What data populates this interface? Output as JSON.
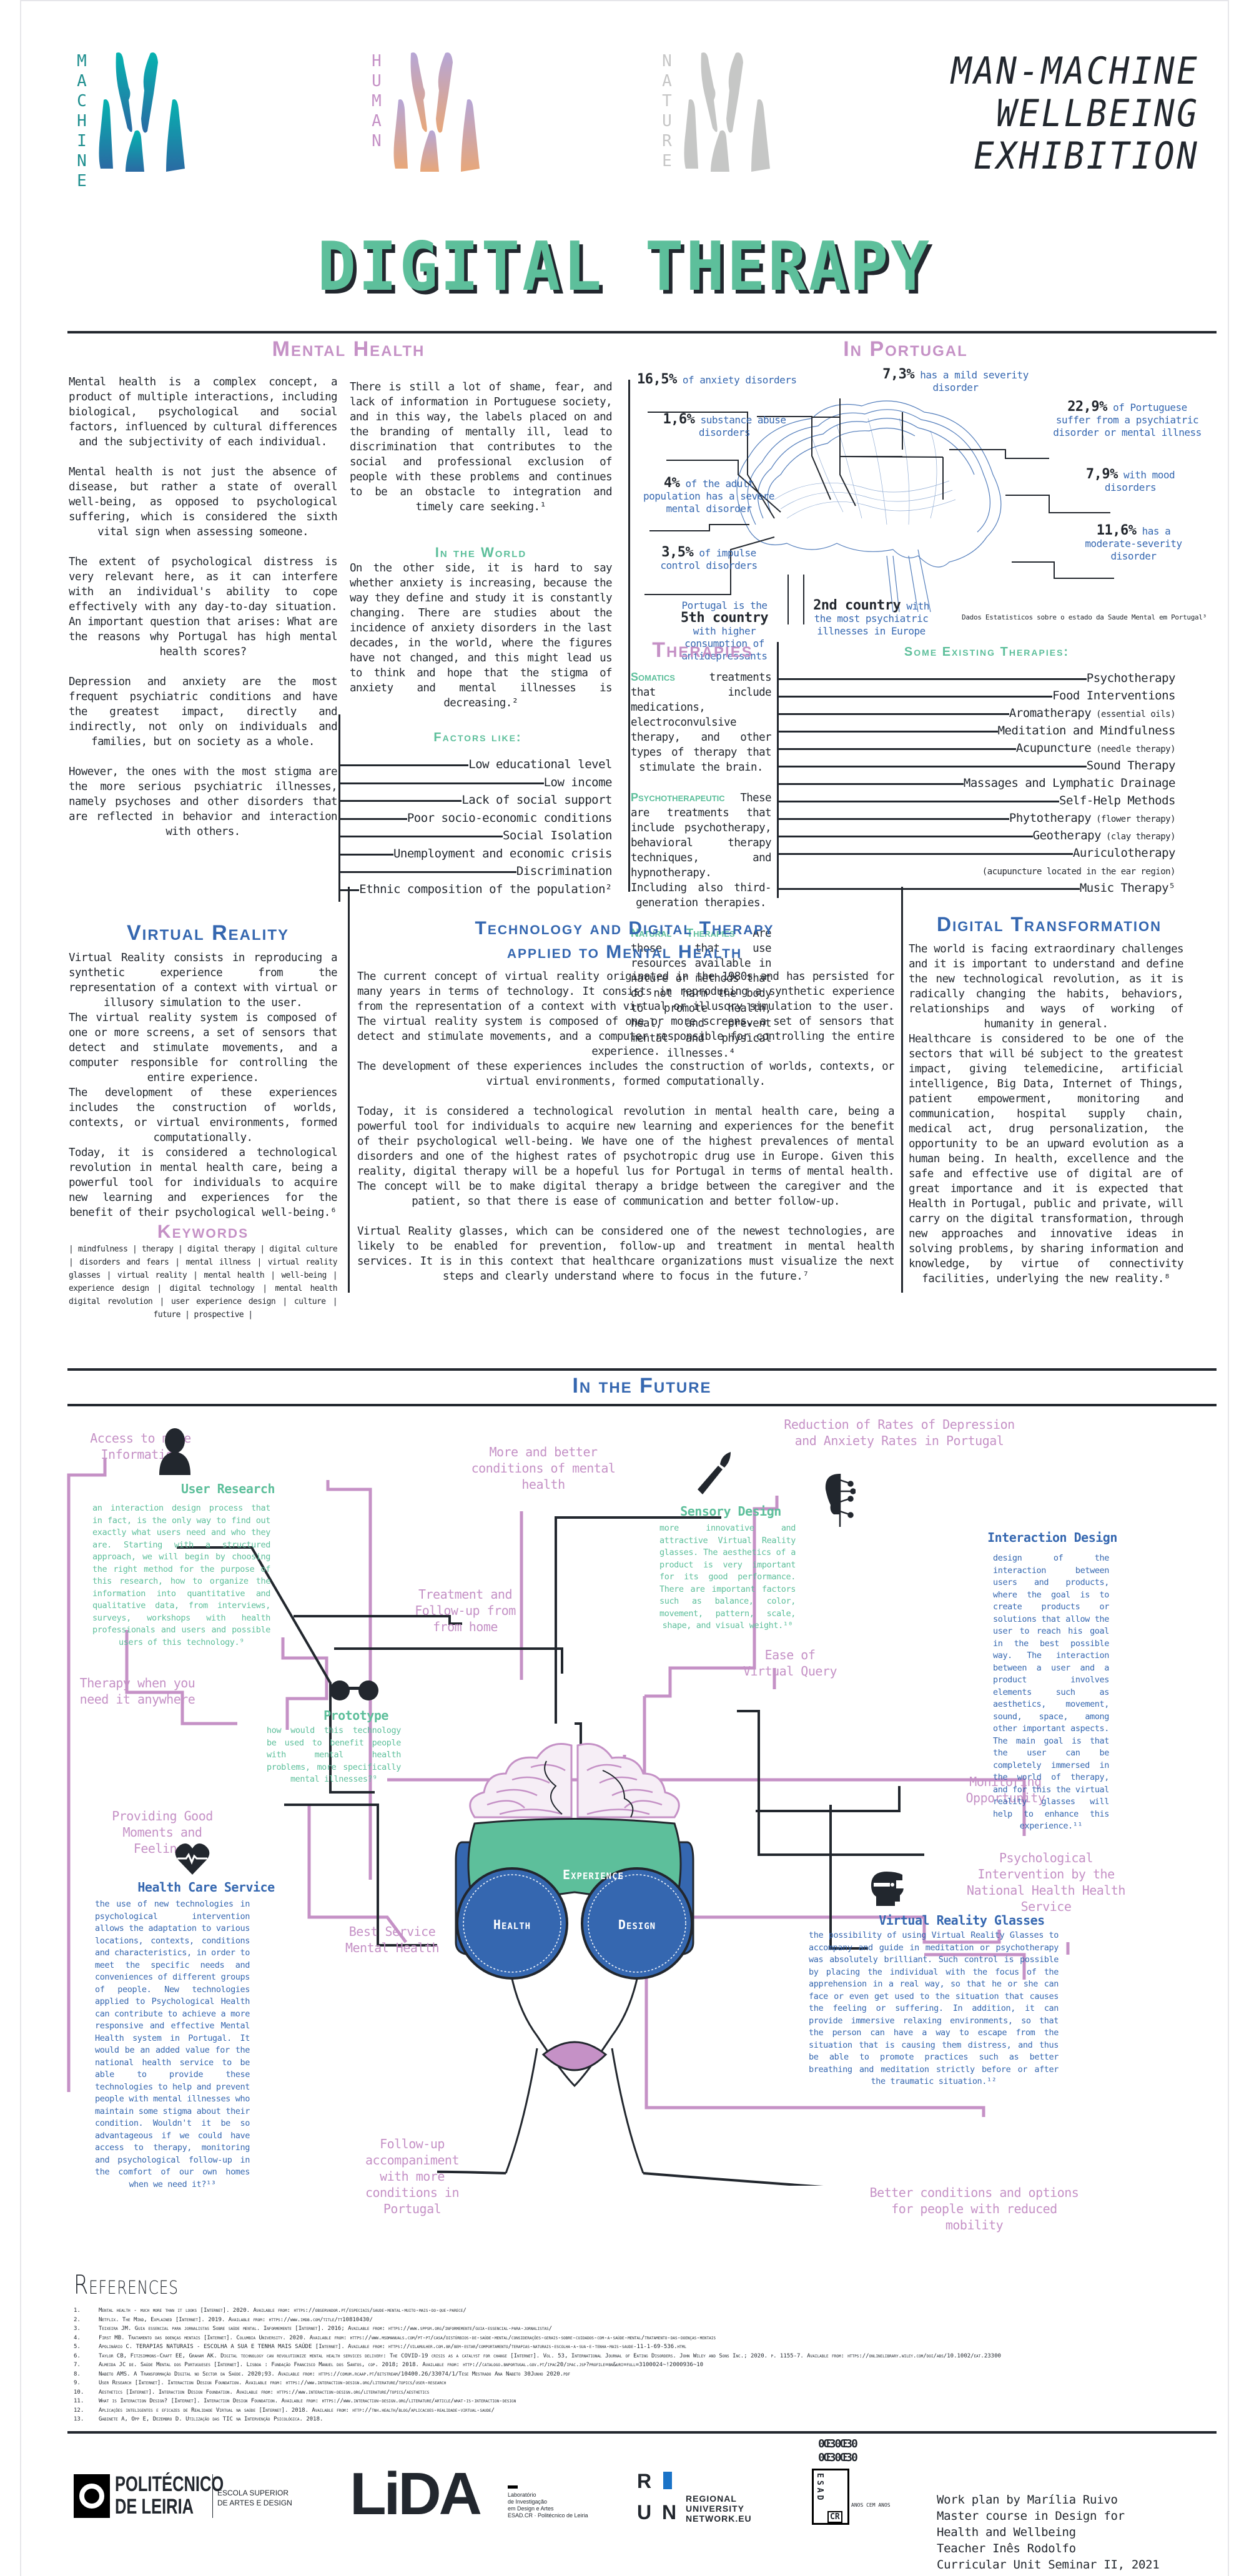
{
  "header": {
    "logos": [
      {
        "label": "MACHINE",
        "color": "#1f8f8f",
        "gradient": [
          "#06b3b0",
          "#2a6aa3"
        ]
      },
      {
        "label": "HUMAN",
        "color": "#c591c6",
        "gradient": [
          "#b6a6d6",
          "#e8a779"
        ]
      },
      {
        "label": "NATURE",
        "color": "#c6c6c6",
        "gradient": [
          "#c6c7c6",
          "#c6c7c6"
        ]
      }
    ],
    "exhibition_lines": [
      "MAN-MACHINE",
      "WELLBEING",
      "EXHIBITION"
    ],
    "title": "DIGITAL THERAPY"
  },
  "colors": {
    "purple": "#c591c6",
    "green": "#5dbf9b",
    "blue": "#3567b0",
    "dark": "#22272e"
  },
  "mental_health": {
    "title": "Mental Health",
    "col1": [
      "Mental health is a complex concept, a product of multiple interactions, including biological, psychological and social factors, influenced by cultural differences and the subjectivity of each individual.",
      "Mental health is not just the absence of disease, but rather a state of overall well-being, as opposed to psychological suffering, which is considered the sixth vital sign when assessing someone.",
      "The extent of psychological distress is very relevant here, as it can interfere with an individual's ability to cope effectively with any day-to-day situation. An important question that arises: What are the reasons why Portugal has high mental health scores?",
      "Depression and anxiety are the most frequent psychiatric conditions and have the greatest impact, directly and indirectly, not only on individuals and families, but on society as a whole.",
      "However, the ones with the most stigma are the more serious psychiatric illnesses, namely psychoses and other disorders that are reflected in behavior and interaction with others."
    ],
    "col2": "There is still a lot of shame, fear, and lack of information in Portuguese society, and in this way, the labels placed on and the branding of mentally ill, lead to discrimination that contributes to the social and professional exclusion of people with these problems and continues to be an obstacle to integration and timely care seeking.¹",
    "in_world_title": "In the World",
    "in_world_text": "On the other side, it is hard to say whether anxiety is increasing, because the way they define and study it is constantly changing. There are studies about the incidence of anxiety disorders in the last decades, in the world, where the figures have not changed, and this might lead us to think and hope that the stigma of anxiety and mental illnesses is decreasing.²",
    "factors_title": "Factors like:",
    "factors": [
      "Low educational level",
      "Low income",
      "Lack of social support",
      "Poor socio-economic conditions",
      "Social Isolation",
      "Unemployment and economic crisis",
      "Discrimination",
      "Ethnic composition of the population²"
    ]
  },
  "in_portugal": {
    "title": "In Portugal",
    "stats": [
      {
        "value": "16,5%",
        "text": "of anxiety disorders"
      },
      {
        "value": "7,3%",
        "text": "has a mild severity disorder"
      },
      {
        "value": "1,6%",
        "text": "substance abuse disorders"
      },
      {
        "value": "22,9%",
        "text": "of Portuguese suffer from a psychiatric disorder or mental illness"
      },
      {
        "value": "4%",
        "text": "of the adult population has a severe mental disorder"
      },
      {
        "value": "7,9%",
        "text": "with mood disorders"
      },
      {
        "value": "3,5%",
        "text": "of impulse control disorders"
      },
      {
        "value": "11,6%",
        "text": "has a moderate-severity disorder"
      },
      {
        "prefix": "Portugal is the",
        "value": "5th country",
        "text": "with higher consumption of antidepressants"
      },
      {
        "value": "2nd country",
        "text": "with the most psychiatric illnesses in Europe"
      }
    ],
    "source": "Dados Estatisticos sobre o estado da Saude Mental em Portugal³"
  },
  "therapies": {
    "title": "Therapies",
    "items": [
      {
        "label": "Somatics",
        "text": "treatments that include medications, electroconvulsive therapy, and other types of therapy that stimulate the brain."
      },
      {
        "label": "Psychotherapeutic",
        "text": "These are treatments that include psychotherapy, behavioral therapy techniques, and hypnotherapy. Including also third-generation therapies."
      },
      {
        "label": "Natural Therapies",
        "text": "Are those that use resources available in nature or methods that do not harm the body to promote health, heal, and prevent mental and physical illnesses.⁴"
      }
    ],
    "existing_title": "Some Existing Therapies:",
    "existing": [
      {
        "name": "Psychotherapy",
        "note": ""
      },
      {
        "name": "Food Interventions",
        "note": ""
      },
      {
        "name": "Aromatherapy",
        "note": "(essential oils)"
      },
      {
        "name": "Meditation and Mindfulness",
        "note": ""
      },
      {
        "name": "Acupuncture",
        "note": "(needle therapy)"
      },
      {
        "name": "Sound Therapy",
        "note": ""
      },
      {
        "name": "Massages and Lymphatic Drainage",
        "note": ""
      },
      {
        "name": "Self-Help Methods",
        "note": ""
      },
      {
        "name": "Phytotherapy",
        "note": "(flower therapy)"
      },
      {
        "name": "Geotherapy",
        "note": "(clay therapy)"
      },
      {
        "name": "Auriculotherapy",
        "note": ""
      },
      {
        "name": "",
        "note": "(acupuncture located in the ear region)"
      },
      {
        "name": "Music Therapy⁵",
        "note": ""
      }
    ]
  },
  "virtual_reality": {
    "title": "Virtual Reality",
    "paragraphs": [
      "Virtual Reality consists in reproducing a synthetic experience from the representation of a context with virtual or illusory simulation to the user.",
      "The virtual reality system is composed of one or more screens, a set of sensors that detect and stimulate movements, and a computer responsible for controlling the entire experience.",
      "The development of these experiences includes the construction of worlds, contexts, or virtual environments, formed computationally.",
      "Today, it is considered a technological revolution in mental health care, being a powerful tool for individuals to acquire new learning and experiences for the benefit of their psychological well-being.⁶"
    ],
    "keywords_title": "Keywords",
    "keywords": "| mindfulness | therapy | digital therapy | digital culture | disorders and fears | mental illness | virtual reality glasses | virtual reality | mental health | well-being | experience design | digital technology | mental health digital revolution | user experience design | culture | future | prospective |"
  },
  "technology": {
    "title_line1": "Technology and Digital Therapy",
    "title_line2": "applied to Mental Health",
    "paragraphs": [
      "The current concept of virtual reality originated in the 1980s and has persisted for many years in terms of technology. It consists in reproducing a synthetic experience from the representation of a context with virtual or illusory simulation to the user. The virtual reality system is composed of one or more screens, a set of sensors that detect and stimulate movements, and a computer responsible for controlling the entire experience.",
      "The development of these experiences includes the construction of worlds, contexts, or virtual environments, formed computationally.",
      "Today, it is considered a technological revolution in mental health care, being a powerful tool for individuals to acquire new learning and experiences for the benefit of their psychological well-being. We have one of the highest prevalences of mental disorders and one of the highest rates of psychotropic drug use in Europe. Given this reality, digital therapy will be a hopeful lus for Portugal in terms of mental health. The concept will be to make digital therapy a bridge between the caregiver and the patient, so that there is ease of communication and better follow-up.",
      "Virtual Reality glasses, which can be considered one of the newest technologies, are likely to be enabled for prevention, follow-up and treatment in mental health services. It is in this context that healthcare organizations must visualize the next steps and clearly understand where to focus in the future.⁷"
    ]
  },
  "digital_transformation": {
    "title": "Digital Transformation",
    "paragraphs": [
      "The world is facing extraordinary challenges and it is important to understand and define the new technological revolution, as it is radically changing the habits, behaviors, relationships and ways of working of humanity in general.",
      "Healthcare is considered to be one of the sectors that will bé subject to the greatest impact, giving telemedicine, artificial intelligence, Big Data, Internet of Things, patient empowerment, monitoring and communication, hospital supply chain, medical act, drug personalization, the opportunity to be an upward evolution as a human being. In health, excellence and the safe and effective use of digital are of great importance and it is expected that Health in Portugal, public and private, will carry on the digital transformation, through new approaches and innovative ideas in solving problems, by sharing information and knowledge, by virtue of connectivity facilities, underlying the new reality.⁸"
    ]
  },
  "future": {
    "title": "In the Future",
    "outcomes": [
      "Access to more Information",
      "More and better conditions of mental health",
      "Reduction of Rates of Depression and Anxiety Rates in Portugal",
      "Treatment and Follow-up from from home",
      "Therapy when you need it anywhere",
      "Ease of Virtual Query",
      "Providing Good Moments and Feelings",
      "Monitoring Opportunity",
      "Psychological Intervention by the National Health Health Service",
      "Best Service Mental Health",
      "Follow-up accompaniment with more conditions in Portugal",
      "Better conditions and options for people with reduced mobility"
    ],
    "nodes": [
      {
        "icon": "user-icon",
        "title": "User Research",
        "text": "an interaction design process that in fact, is the only way to find out exactly what users need and who they are. Starting with a structured approach, we will begin by choosing the right method for the purpose of this research, how to organize the information into quantitative and qualitative data, from interviews, surveys, workshops with health professionals and users and possible users of this technology.⁹"
      },
      {
        "icon": "paintbrush-icon",
        "title": "Sensory Design",
        "text": "more innovative and attractive Virtual Reality glasses. The aesthetics of a product is very important for its good performance. There are important factors such as balance, color, movement, pattern, scale, shape, and visual weight.¹⁰"
      },
      {
        "icon": "ai-head-icon",
        "title": "Interaction Design",
        "text": "design of the interaction between users and products, where the goal is to create products or solutions that allow the user to reach his goal in the best possible way. The interaction between a user and a product involves elements such as aesthetics, movement, sound, space, among other important aspects. The main goal is that the user can be completely immersed in the world of therapy, and for this the virtual reality glasses will help to enhance this experience.¹¹"
      },
      {
        "icon": "glasses-icon",
        "title": "Prototype",
        "text": "how would this technology be used to benefit people with mental health problems, more specifically mental illnesses?⁹"
      },
      {
        "icon": "heartbeat-icon",
        "title": "Health Care Service",
        "text": "the use of new technologies in psychological intervention allows the adaptation to various locations, contexts, conditions and characteristics, in order to meet the specific needs and conveniences of different groups of people. New technologies applied to Psychological Health can contribute to achieve a more responsive and effective Mental Health system in Portugal. It would be an added value for the national health service to be able to provide these technologies to help and prevent people with mental illnesses who maintain some stigma about their condition. Wouldn't it be so advantageous if we could have access to therapy, monitoring and psychological follow-up in the comfort of our own homes when we need it?¹³"
      },
      {
        "icon": "vr-headset-icon",
        "title": "Virtual Reality Glasses",
        "text": "the possibility of using Virtual Reality Glasses to accompany and guide in meditation or psychotherapy was absolutely brilliant. Such control is possible by placing the individual with the focus of the apprehension in a real way, so that he or she can face or even get used to the situation that causes the feeling or suffering. In addition, it can provide immersive relaxing environments, so that the person can have a way to escape from the situation that is causing them distress, and thus be able to promote practices such as better breathing and meditation strictly before or after the traumatic situation.¹²"
      }
    ],
    "headset": {
      "top": "Experience",
      "left": "Health",
      "right": "Design"
    }
  },
  "references": {
    "title": "References",
    "items": [
      "Mental health - much more than it looks [Internet]. 2020. Available from: https://observador.pt/especiais/saude-mental-muito-mais-do-que-parece/",
      "Netflix. The Mind, Explained [Internet]. 2019. Available from: https://www.imdb.com/title/tt10810430/",
      "Teixeira JM. Guia essencial para jornalistas Sobre saúde mental. Informemente [Internet]. 2016; Available from: https://www.sppsm.org/informemente/guia-essencial-para-jornalistas/",
      "First MB. Tratamento das doenças mentais [Internet]. Columbia University. 2020. Available from: https://www.msdmanuals.com/pt-pt/casa/distúrbios-de-saúde-mental/considerações-gerais-sobre-cuidados-com-a-saúde-mental/tratamento-das-doenças-mentais",
      "Apolinário C. TERAPIAS NATURAIS - ESCOLHA A SUA E TENHA MAIS SAÚDE [Internet]. Available from: https://vilamulher.com.br/bem-estar/comportamento/terapias-naturais-escolha-a-sua-e-tenha-mais-saude-11-1-69-536.html",
      "Taylor CB, Fitzsimmons-Craft EE, Graham AK. Digital technology can revolutionize mental health services delivery: The COVID-19 crisis as a catalyst for change [Internet]. Vol. 53, International Journal of Eating Disorders. John Wiley and Sons Inc.; 2020. p. 1155-7. Available from: https://onlinelibrary.wiley.com/doi/abs/10.1002/eat.23300",
      "Almeida JC de. Saúde Mental dos Portugueses [Internet]. Lisboa : Fundação Francisco Manuel dos Santos, cop. 2018; 2018. Available from: http://catalogo.bnportugal.gov.pt/ipac20/ipac.jsp?profile=bn&uri=full=3100024~!2000936~10",
      "Nabeto AMS. A Transformação Digital no Sector da Saúde. 2020;93. Available from: https://comum.rcaap.pt/bitstream/10400.26/33074/1/Tese Mestrado Ana Nabeto 30Junho 2020.pdf",
      "User Research [Internet]. Interaction Design Foundation. Available from: https://www.interaction-design.org/literature/topics/user-research",
      "Aesthetics [Internet]. Interaction Design Foundation. Available from: https://www.interaction-design.org/literature/topics/aesthetics",
      "What is Interaction Design? [Internet]. Interaction Design Foundation. Available from: https://www.interaction-design.org/literature/article/what-is-interaction-design",
      "Aplicações inteligentes e eficazes de Realidade Virtual na saúde [Internet]. 2018. Available from: http://tnh.health/blog/aplicacoes-realidade-virtual-saude/",
      "Gabinete A, Opp E, Dezembro D. Utilização das TIC na Intervenção Psicológica. 2018."
    ]
  },
  "footer": {
    "logos": {
      "politecnico_line1": "POLITÉCNICO",
      "politecnico_line2": "DE LEIRIA",
      "escola_line1": "ESCOLA SUPERIOR",
      "escola_line2": "DE ARTES E DESIGN",
      "lida": "LiDA",
      "lida_sub": [
        "Laboratório",
        "de Investigação",
        "em Design e Artes",
        "ESAD.CR · Politécnico de Leiria"
      ],
      "run_letters": [
        "R",
        "U",
        "N"
      ],
      "run_text": [
        "REGIONAL",
        "UNIVERSITY",
        "NETWORK.EU"
      ],
      "esad": "ESAD",
      "esad_cr": "CR",
      "esad_anos": "ANOS CEM ANOS"
    },
    "credits": [
      "Work plan by Marília Ruivo",
      "Master course in Design for",
      "Health and Wellbeing",
      "Teacher Inês Rodolfo",
      "Curricular Unit Seminar II, 2021"
    ]
  }
}
